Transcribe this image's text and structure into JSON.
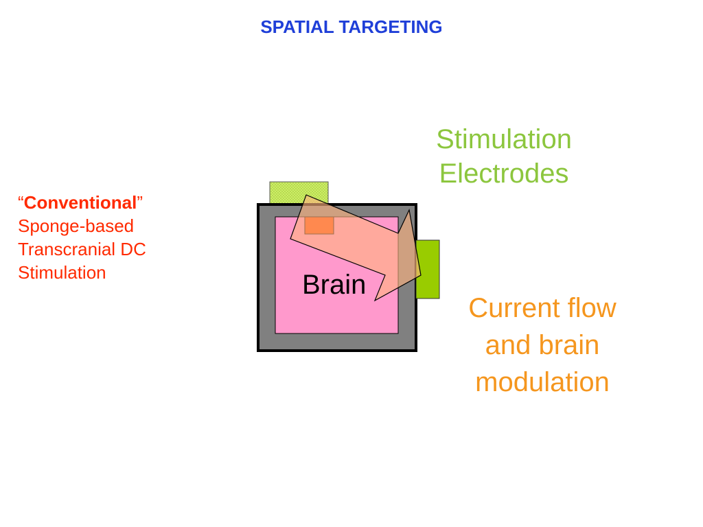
{
  "slide": {
    "title": "SPATIAL TARGETING"
  },
  "left_text": {
    "quote_open": "“",
    "conventional": "Conventional",
    "quote_close": "”",
    "line2": "Sponge-based",
    "line3": "Transcranial DC",
    "line4": "Stimulation"
  },
  "labels": {
    "electrodes_line1": "Stimulation",
    "electrodes_line2": "Electrodes",
    "brain": "Brain",
    "current_line1": "Current flow",
    "current_line2": "and brain",
    "current_line3": "modulation"
  },
  "colors": {
    "title": "#1f3fd8",
    "left_text": "#ff2a00",
    "electrodes_text": "#8cc63e",
    "current_text": "#f5961e",
    "skull": "#808080",
    "brain": "#ff99cc",
    "electrode_top": "#ccee66",
    "electrode_right": "#99cc00",
    "target_region": "#ff4400",
    "current_arrow": "#ffb380"
  }
}
